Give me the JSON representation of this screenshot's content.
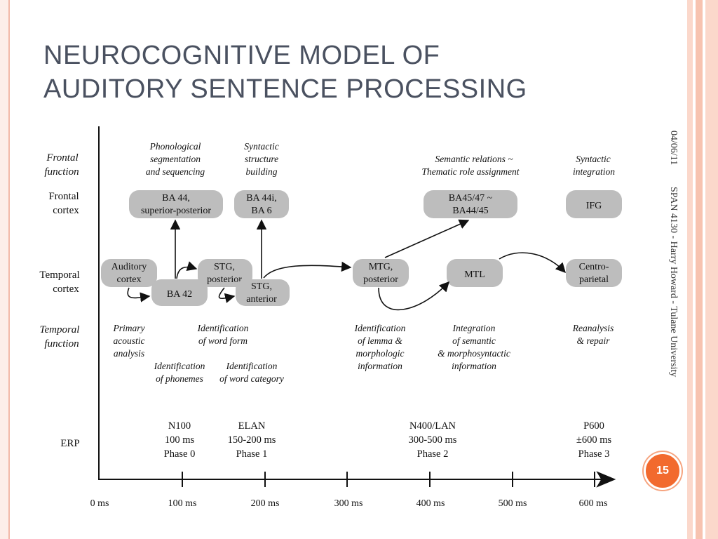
{
  "slide": {
    "title_line1": "NEUROCOGNITIVE MODEL OF",
    "title_line2": "AUDITORY SENTENCE PROCESSING",
    "date": "04/06/11",
    "footer": "SPAN 4130 - Harry Howard - Tulane University",
    "page_number": "15",
    "accent_color": "#f26a2e",
    "frame_color": "#f2b9a8"
  },
  "diagram": {
    "row_labels": {
      "frontal_function": [
        "Frontal",
        "function"
      ],
      "frontal_cortex": [
        "Frontal",
        "cortex"
      ],
      "temporal_cortex": [
        "Temporal",
        "cortex"
      ],
      "temporal_function": [
        "Temporal",
        "function"
      ],
      "erp": "ERP"
    },
    "frontal_functions": {
      "phonological": [
        "Phonological",
        "segmentation",
        "and sequencing"
      ],
      "syntactic_building": [
        "Syntactic",
        "structure",
        "building"
      ],
      "semantic_relations": [
        "Semantic relations ~",
        "Thematic role assignment"
      ],
      "syntactic_integration": [
        "Syntactic",
        "integration"
      ]
    },
    "boxes": {
      "ba44_sp": [
        "BA 44,",
        "superior-posterior"
      ],
      "ba44i": [
        "BA 44i,",
        "BA 6"
      ],
      "ba4547": [
        "BA45/47 ~",
        "BA44/45"
      ],
      "ifg": "IFG",
      "auditory": [
        "Auditory",
        "cortex"
      ],
      "ba42": "BA 42",
      "stg_post": [
        "STG,",
        "posterior"
      ],
      "stg_ant": [
        "STG,",
        "anterior"
      ],
      "mtg": [
        "MTG,",
        "posterior"
      ],
      "mtl": "MTL",
      "centro": [
        "Centro-",
        "parietal"
      ]
    },
    "temporal_functions": {
      "primary": [
        "Primary",
        "acoustic",
        "analysis"
      ],
      "word_form": [
        "Identification",
        "of word form"
      ],
      "phonemes": [
        "Identification",
        "of phonemes"
      ],
      "word_category": [
        "Identification",
        "of word category"
      ],
      "lemma": [
        "Identification",
        "of lemma &",
        "morphologic",
        "information"
      ],
      "integration": [
        "Integration",
        "of semantic",
        "& morphosyntactic",
        "information"
      ],
      "reanalysis": [
        "Reanalysis",
        "& repair"
      ]
    },
    "erp": {
      "n100": [
        "N100",
        "100 ms",
        "Phase 0"
      ],
      "elan": [
        "ELAN",
        "150-200 ms",
        "Phase 1"
      ],
      "n400": [
        "N400/LAN",
        "300-500 ms",
        "Phase 2"
      ],
      "p600": [
        "P600",
        "±600 ms",
        "Phase 3"
      ]
    },
    "time_axis": [
      "0 ms",
      "100 ms",
      "200 ms",
      "300 ms",
      "400 ms",
      "500 ms",
      "600 ms"
    ]
  }
}
